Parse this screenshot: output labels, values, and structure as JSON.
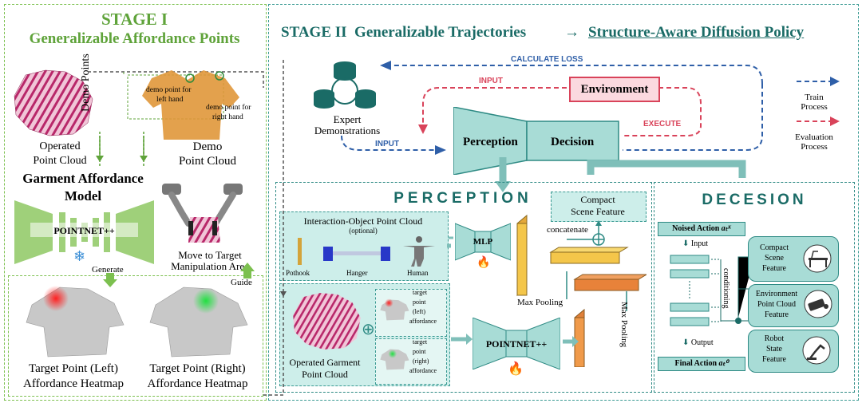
{
  "stage1": {
    "title_line1": "STAGE I",
    "title_line2": "Generalizable Affordance Points",
    "operated_label_1": "Operated",
    "operated_label_2": "Point Cloud",
    "demo_points_vertical": "Demo Points",
    "demo_left_hand_1": "demo point for",
    "demo_left_hand_2": "left hand",
    "demo_right_hand_1": "demo point for",
    "demo_right_hand_2": "right hand",
    "demo_label_1": "Demo",
    "demo_label_2": "Point Cloud",
    "model_title_1": "Garment Affordance",
    "model_title_2": "Model",
    "pointnet": "POINTNET++",
    "generate": "Generate",
    "move_1": "Move to Target",
    "move_2": "Manipulation Area",
    "guide": "Guide",
    "heat_left_1": "Target Point (Left)",
    "heat_left_2": "Affordance Heatmap",
    "heat_right_1": "Target Point (Right)",
    "heat_right_2": "Affordance Heatmap"
  },
  "stage2": {
    "title_a": "STAGE II  Generalizable Trajectories",
    "arrow": "→",
    "title_b": "Structure-Aware Diffusion Policy",
    "calculate_loss": "CALCULATE LOSS",
    "input_top": "INPUT",
    "input_bottom": "INPUT",
    "execute": "EXECUTE",
    "environment": "Environment",
    "expert_1": "Expert",
    "expert_2": "Demonstrations",
    "perception": "Perception",
    "decision": "Decision",
    "legend_train_1": "Train",
    "legend_train_2": "Process",
    "legend_eval_1": "Evaluation",
    "legend_eval_2": "Process"
  },
  "perception": {
    "header": "PERCEPTION",
    "interaction_title": "Interaction-Object Point Cloud",
    "optional": "(optional)",
    "pothook": "Pothook",
    "hanger": "Hanger",
    "human": "Human",
    "mlp": "MLP",
    "compact_1": "Compact",
    "compact_2": "Scene Feature",
    "concatenate": "concatenate",
    "max_pooling_h": "Max Pooling",
    "max_pooling_v": "Max Pooling",
    "pointnet": "POINTNET++",
    "operated_1": "Operated Garment",
    "operated_2": "Point Cloud",
    "tp_left_1": "target",
    "tp_left_2": "point",
    "tp_left_3": "(left)",
    "tp_left_4": "affordance",
    "tp_right_1": "target",
    "tp_right_2": "point",
    "tp_right_3": "(right)",
    "tp_right_4": "affordance",
    "plus": "⊕"
  },
  "decision": {
    "header": "DECESION",
    "noised": "Noised Action ",
    "noised_sym": "aₜᴷ",
    "input": "Input",
    "output": "Output",
    "final": "Final Action ",
    "final_sym": "aₜ⁰",
    "conditioning": "conditioning",
    "feat1_1": "Compact",
    "feat1_2": "Scene",
    "feat1_3": "Feature",
    "feat2_1": "Environment",
    "feat2_2": "Point Cloud",
    "feat2_3": "Feature",
    "feat3_1": "Robot",
    "feat3_2": "State",
    "feat3_3": "Feature"
  },
  "colors": {
    "teal": "#1a6b66",
    "green": "#5fa33a",
    "train_blue": "#2f5fa8",
    "eval_red": "#d9435a",
    "block_fill": "#a8dcd6"
  },
  "icons": [
    "database-icon",
    "snowflake-icon",
    "fire-icon",
    "table-icon",
    "camera-icon",
    "robot-arm-icon",
    "plus-icon"
  ]
}
